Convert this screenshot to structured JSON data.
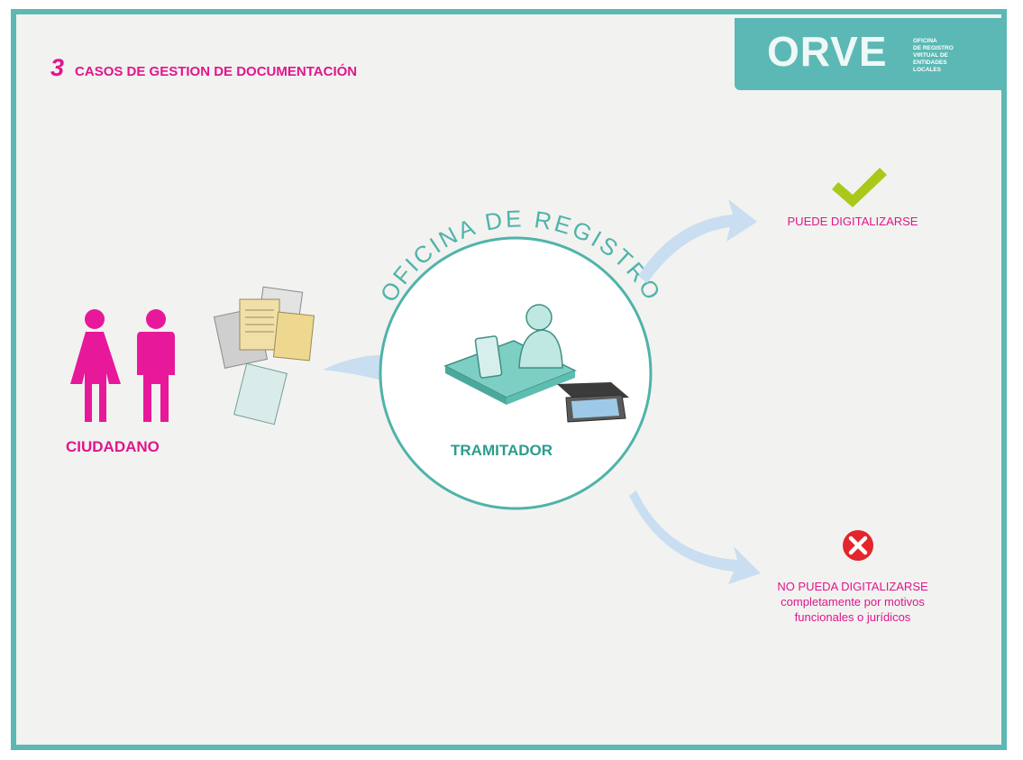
{
  "header": {
    "number": "3",
    "title": "CASOS DE GESTION DE DOCUMENTACIÓN"
  },
  "logo": {
    "text": "ORVE",
    "lines": [
      "OFICINA",
      "DE REGISTRO",
      "VIRTUAL DE",
      "ENTIDADES",
      "LOCALES"
    ]
  },
  "diagram": {
    "citizen_label": "CIUDADANO",
    "office_arc_text": "OFICINA DE REGISTRO",
    "office_label": "TRAMITADOR",
    "outcome_yes": "PUEDE DIGITALIZARSE",
    "outcome_no_lines": [
      "NO PUEDA DIGITALIZARSE",
      "completamente  por motivos",
      "funcionales o jurídicos"
    ]
  },
  "colors": {
    "frame": "#5bb8b4",
    "pink": "#e0168c",
    "teal_text": "#2a9d8f",
    "check": "#a8c91a",
    "cross": "#e3252c",
    "arrow": "#c9def0"
  },
  "icons": [
    "woman-icon",
    "man-icon",
    "documents-icon",
    "worker-desk-icon",
    "check-icon",
    "cross-icon"
  ]
}
